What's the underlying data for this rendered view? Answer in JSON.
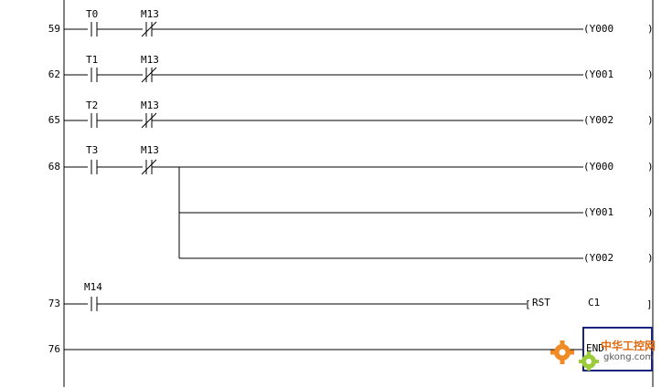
{
  "colors": {
    "ink": "#000000",
    "selection": "#1a237e",
    "watermark": "#e06a10",
    "background": "#ffffff"
  },
  "rungs": [
    {
      "step": "59",
      "contacts": [
        {
          "label": "T0",
          "type": "no"
        },
        {
          "label": "M13",
          "type": "nc"
        }
      ],
      "outputs": [
        "(Y000"
      ],
      "close": ")"
    },
    {
      "step": "62",
      "contacts": [
        {
          "label": "T1",
          "type": "no"
        },
        {
          "label": "M13",
          "type": "nc"
        }
      ],
      "outputs": [
        "(Y001"
      ],
      "close": ")"
    },
    {
      "step": "65",
      "contacts": [
        {
          "label": "T2",
          "type": "no"
        },
        {
          "label": "M13",
          "type": "nc"
        }
      ],
      "outputs": [
        "(Y002"
      ],
      "close": ")"
    },
    {
      "step": "68",
      "contacts": [
        {
          "label": "T3",
          "type": "no"
        },
        {
          "label": "M13",
          "type": "nc"
        }
      ],
      "outputs": [
        "(Y000",
        "(Y001",
        "(Y002"
      ],
      "close": ")"
    },
    {
      "step": "73",
      "contacts": [
        {
          "label": "M14",
          "type": "no"
        }
      ],
      "instruction": {
        "open": "[",
        "op": "RST",
        "arg": "C1",
        "close": "]"
      }
    },
    {
      "step": "76",
      "contacts": [],
      "end": "END"
    }
  ],
  "watermark": {
    "site": "中华工控网",
    "domain": "gkong.com",
    "icon": "gear-icon"
  }
}
